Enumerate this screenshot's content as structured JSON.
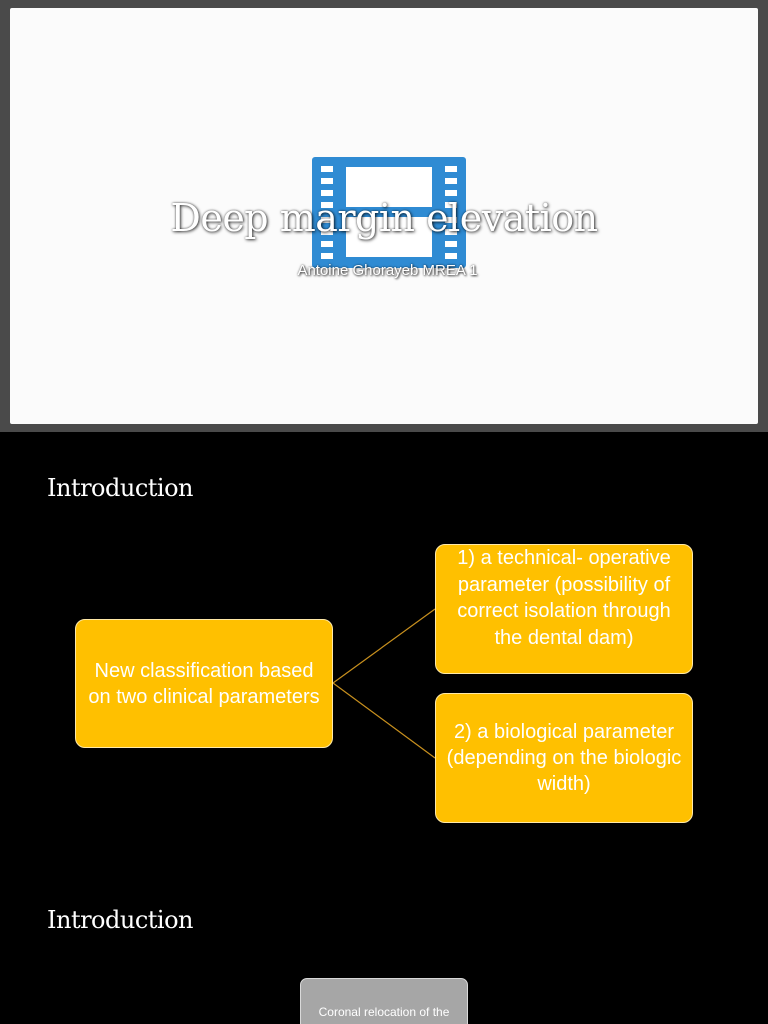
{
  "slide1": {
    "title": "Deep margin elevation",
    "subtitle": "Antoine Ghorayeb MREA 1",
    "icon": "video-film-icon",
    "icon_color": "#2f8bd3"
  },
  "slide2": {
    "heading": "Introduction",
    "main_box": "New classification based on two clinical parameters",
    "branch_1": "1) a technical- operative parameter (possibility of correct isolation through the dental dam)",
    "branch_2": "2) a biological parameter (depending on the biologic width)",
    "box_color": "#ffc000",
    "connector_color": "#c8901e"
  },
  "slide3": {
    "heading": "Introduction",
    "box": "Coronal relocation of the"
  }
}
